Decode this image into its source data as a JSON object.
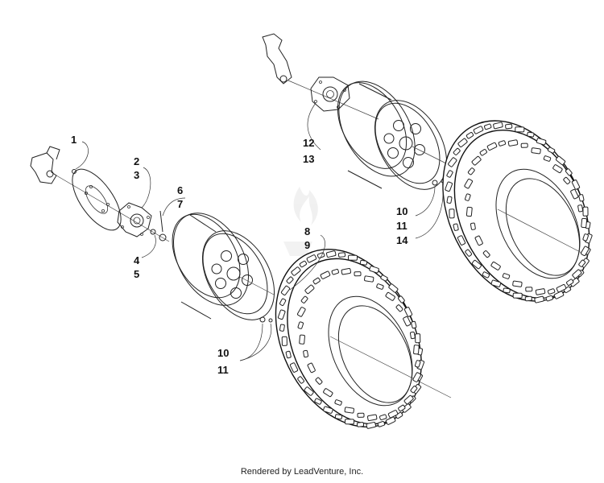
{
  "callouts": {
    "c1": "1",
    "c2": "2",
    "c3": "3",
    "c4": "4",
    "c5": "5",
    "c6": "6",
    "c7": "7",
    "c8": "8",
    "c9": "9",
    "c10a": "10",
    "c11a": "11",
    "c10b": "10",
    "c11b": "11",
    "c12": "12",
    "c13": "13",
    "c14": "14"
  },
  "footer": "Rendered by LeadVenture, Inc."
}
